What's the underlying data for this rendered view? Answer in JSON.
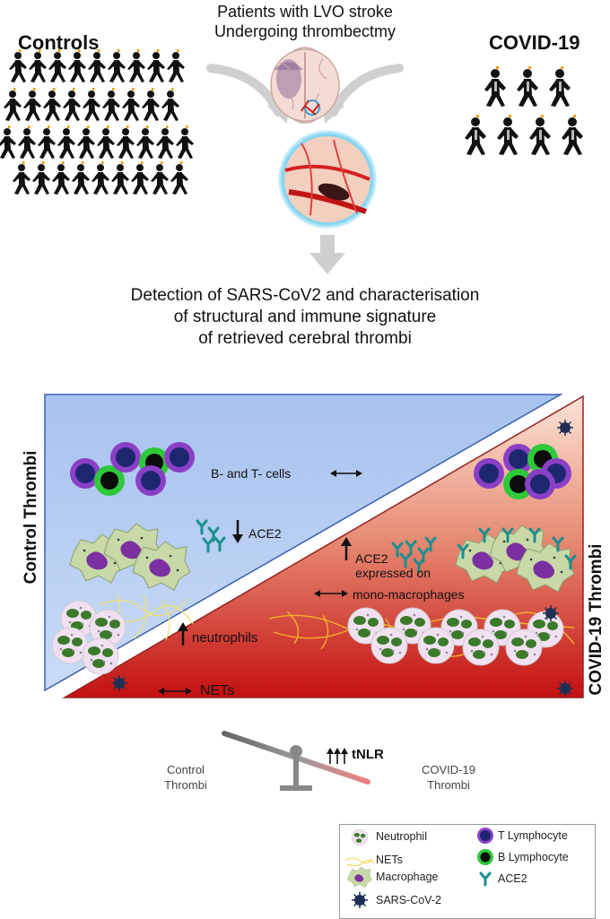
{
  "header": {
    "title_line1": "Patients with LVO stroke",
    "title_line2": "Undergoing thrombectmy"
  },
  "groups": {
    "controls": "Controls",
    "covid": "COVID-19"
  },
  "detection": {
    "line1": "Detection of SARS-CoV2 and characterisation",
    "line2": "of structural and immune signature",
    "line3": "of retrieved cerebral thrombi"
  },
  "panel": {
    "control_label": "Control Thrombi",
    "covid_label": "COVID-19 Thrombi",
    "bt_cells": "B- and T- cells",
    "ace2_down": "ACE2",
    "ace2_up": "ACE2",
    "ace2_expressed": "expressed on",
    "mono_macro": "mono-macrophages",
    "neutrophils": "neutrophils",
    "nets": "NETs",
    "colors": {
      "blue_panel": "#a9c4ef",
      "red_panel": "#c41818"
    }
  },
  "scale": {
    "tnlr": "tNLR",
    "control_line1": "Control",
    "control_line2": "Thrombi",
    "covid_line1": "COVID-19",
    "covid_line2": "Thrombi"
  },
  "legend": {
    "neutrophil": "Neutrophil",
    "nets": "NETs",
    "macrophage": "Macrophage",
    "sars": "SARS-CoV-2",
    "t_lymph": "T Lymphocyte",
    "b_lymph": "B Lymphocyte",
    "ace2": "ACE2"
  }
}
